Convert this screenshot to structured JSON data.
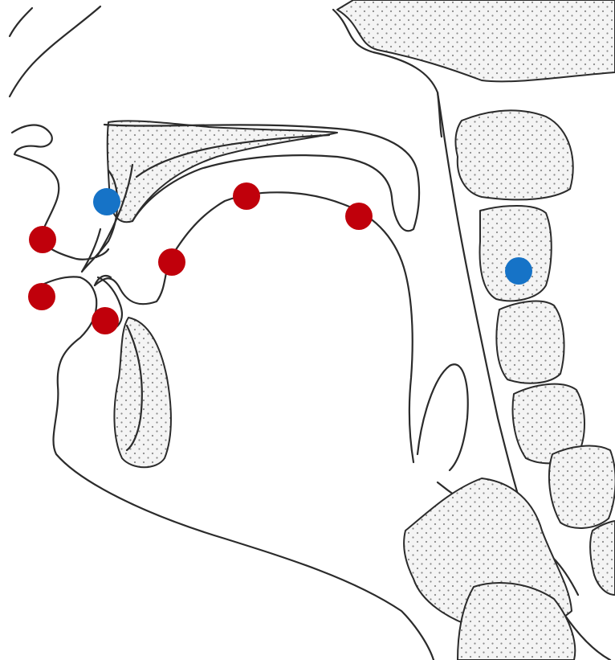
{
  "colors": {
    "background": "#ffffff",
    "outline": "#2b2b2b",
    "bone_fill": "#f3f3f3",
    "stipple": "#8a8a8a",
    "landmark_red": "#c0000b",
    "landmark_blue": "#1673c7"
  },
  "landmarks": [
    {
      "id": "upper-lip-point",
      "color": "red"
    },
    {
      "id": "lower-lip-point",
      "color": "red"
    },
    {
      "id": "lower-teeth-point",
      "color": "red"
    },
    {
      "id": "tongue-tip-point",
      "color": "red"
    },
    {
      "id": "tongue-dorsum-front-point",
      "color": "red"
    },
    {
      "id": "tongue-dorsum-back-point",
      "color": "red"
    },
    {
      "id": "upper-incisor-point",
      "color": "blue"
    },
    {
      "id": "cervical-vertebra-point",
      "color": "blue"
    }
  ]
}
